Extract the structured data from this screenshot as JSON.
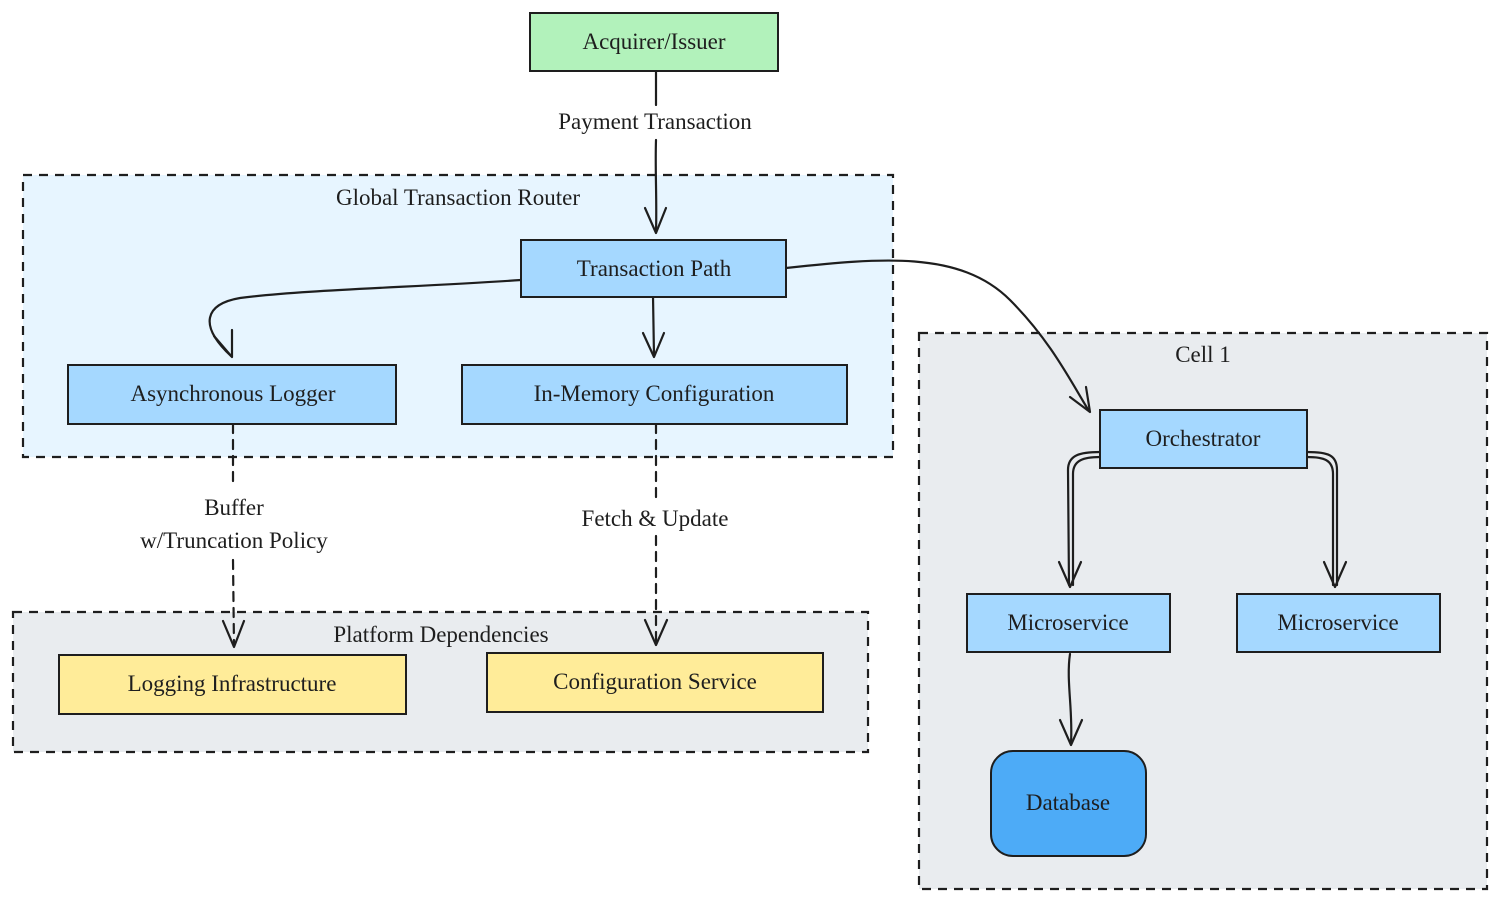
{
  "colors": {
    "stroke": "#1e1e1e",
    "green_fill": "#b2f2bb",
    "blue_fill": "#a5d8ff",
    "yellow_fill": "#ffec99",
    "db_fill": "#4dabf7",
    "router_bg": "#e7f5ff",
    "gray_bg": "#e9ecef"
  },
  "groups": {
    "router": "Global Transaction Router",
    "platform": "Platform Dependencies",
    "cell": "Cell 1"
  },
  "nodes": {
    "acquirer": "Acquirer/Issuer",
    "transaction_path": "Transaction Path",
    "async_logger": "Asynchronous Logger",
    "in_memory_config": "In-Memory Configuration",
    "logging_infra": "Logging Infrastructure",
    "config_service": "Configuration Service",
    "orchestrator": "Orchestrator",
    "microservice_a": "Microservice",
    "microservice_b": "Microservice",
    "database": "Database"
  },
  "edge_labels": {
    "payment": "Payment Transaction",
    "buffer_line1": "Buffer",
    "buffer_line2": "w/Truncation Policy",
    "fetch": "Fetch & Update"
  }
}
